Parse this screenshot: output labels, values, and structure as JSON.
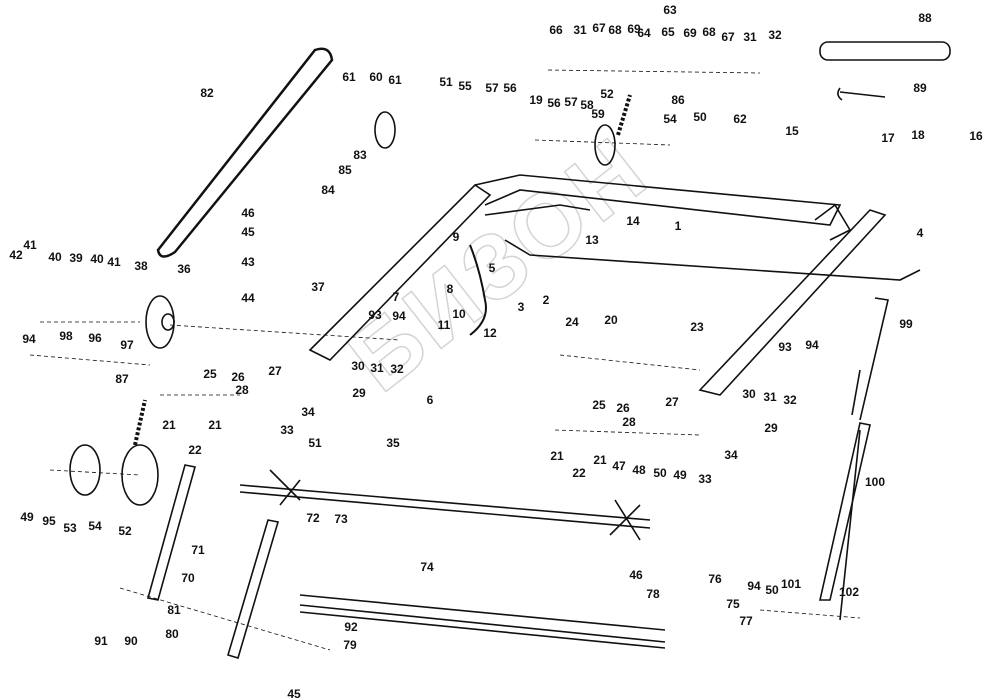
{
  "diagram": {
    "watermark": "БИЗОН",
    "callouts": [
      "82",
      "61",
      "60",
      "61",
      "51",
      "55",
      "57",
      "56",
      "83",
      "85",
      "84",
      "46",
      "45",
      "43",
      "44",
      "37",
      "42",
      "41",
      "40",
      "39",
      "40",
      "41",
      "38",
      "36",
      "94",
      "98",
      "96",
      "97",
      "93",
      "94",
      "9",
      "5",
      "8",
      "7",
      "10",
      "11",
      "12",
      "2",
      "3",
      "13",
      "14",
      "1",
      "15",
      "17",
      "18",
      "16",
      "4",
      "99",
      "88",
      "89",
      "63",
      "66",
      "31",
      "67",
      "68",
      "69",
      "64",
      "65",
      "69",
      "68",
      "67",
      "31",
      "32",
      "19",
      "56",
      "57",
      "58",
      "59",
      "52",
      "86",
      "54",
      "50",
      "62",
      "24",
      "20",
      "23",
      "93",
      "94",
      "87",
      "25",
      "26",
      "27",
      "28",
      "21",
      "21",
      "22",
      "30",
      "31",
      "32",
      "29",
      "34",
      "33",
      "6",
      "51",
      "35",
      "49",
      "95",
      "53",
      "54",
      "52",
      "72",
      "73",
      "71",
      "70",
      "74",
      "81",
      "80",
      "91",
      "90",
      "92",
      "79",
      "45",
      "25",
      "26",
      "27",
      "28",
      "21",
      "21",
      "22",
      "47",
      "48",
      "50",
      "49",
      "33",
      "34",
      "30",
      "31",
      "32",
      "29",
      "100",
      "46",
      "78",
      "76",
      "75",
      "77",
      "94",
      "50",
      "101",
      "102"
    ]
  }
}
